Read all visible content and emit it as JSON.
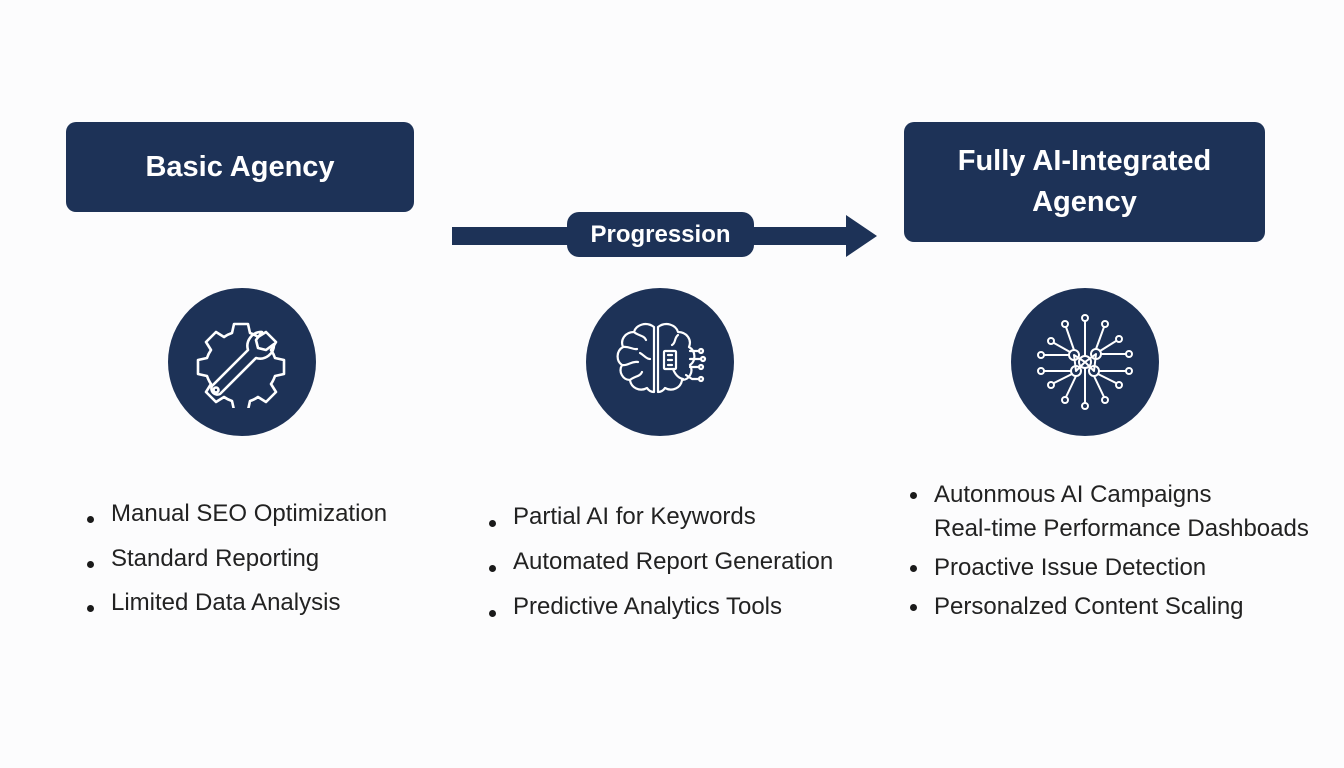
{
  "stages": {
    "left_title": "Basic Agency",
    "right_title": "Fully AI-Integrated\nAgency",
    "progression_label": "Progression"
  },
  "icons": {
    "left": "wrench-gear-icon",
    "middle": "ai-brain-icon",
    "right": "neural-network-icon"
  },
  "lists": {
    "basic": [
      "Manual SEO Optimization",
      "Standard Reporting",
      "Limited Data Analysis"
    ],
    "partial": [
      "Partial AI for Keywords",
      "Automated Report Generation",
      "Predictive Analytics Tools"
    ],
    "full": [
      "Autonmous AI Campaigns",
      "Real-time Performance Dashboads",
      "Proactive Issue Detection",
      "Personalzed Content Scaling"
    ]
  },
  "colors": {
    "navy": "#1d3257",
    "background": "#fcfcfd",
    "text": "#222222"
  }
}
